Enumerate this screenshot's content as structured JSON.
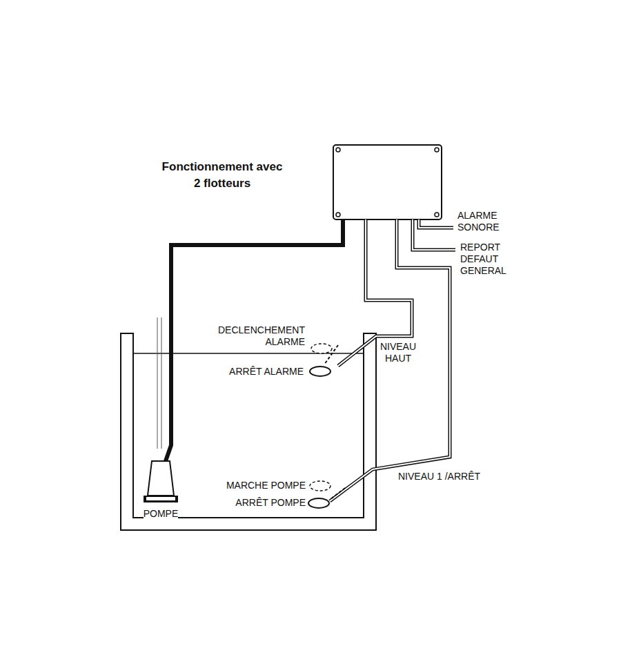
{
  "diagram": {
    "title": "Fonctionnement avec 2 flotteurs",
    "labels": [
      "ALARME SONORE",
      "REPORT DEFAUT GENERAL",
      "DECLENCHEMENT ALARME",
      "ARRÊT ALARME",
      "NIVEAU HAUT",
      "MARCHE POMPE",
      "ARRÊT POMPE",
      "NIVEAU 1 /ARRÊT",
      "POMPE"
    ]
  }
}
